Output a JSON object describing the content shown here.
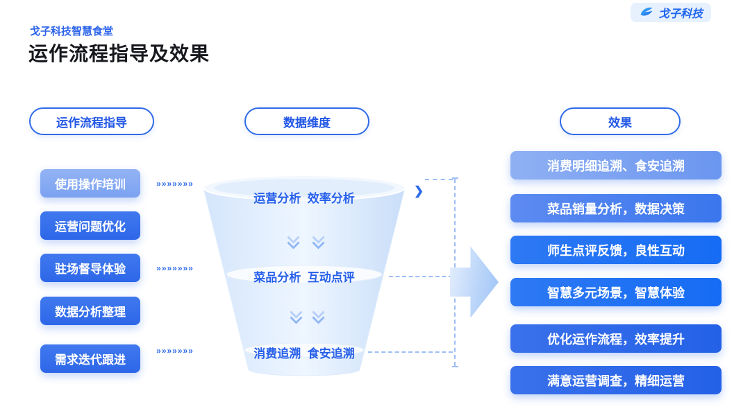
{
  "page": {
    "subtitle": "戈子科技智慧食堂",
    "title": "运作流程指导及效果"
  },
  "logo": {
    "text": "戈子科技"
  },
  "columns": {
    "guidance": {
      "header": "运作流程指导",
      "items": [
        "使用操作培训",
        "运营问题优化",
        "驻场督导体验",
        "数据分析整理",
        "需求迭代跟进"
      ]
    },
    "dimensions": {
      "header": "数据维度",
      "tiers": [
        "运营分析  效率分析",
        "菜品分析  互动点评",
        "消费追溯  食安追溯"
      ]
    },
    "effects": {
      "header": "效果",
      "items": [
        "消费明细追溯、食安追溯",
        "菜品销量分析，数据决策",
        "师生点评反馈，良性互动",
        "智慧多元场景，智慧体验",
        "优化运作流程，效率提升",
        "满意运营调查，精细运营"
      ]
    }
  },
  "icons": {
    "flow_chevrons": "»»»»»»»",
    "arrow_right_glyph": "❯"
  },
  "palette": {
    "brand_blue": "#2f6be8",
    "bright_blue": "#1f6ff2",
    "light_blue_button": "#84a7f0",
    "funnel_fill": "#d9e8fb",
    "logo_chip_bg": "#e7f1fd",
    "title_color": "#16181d"
  }
}
